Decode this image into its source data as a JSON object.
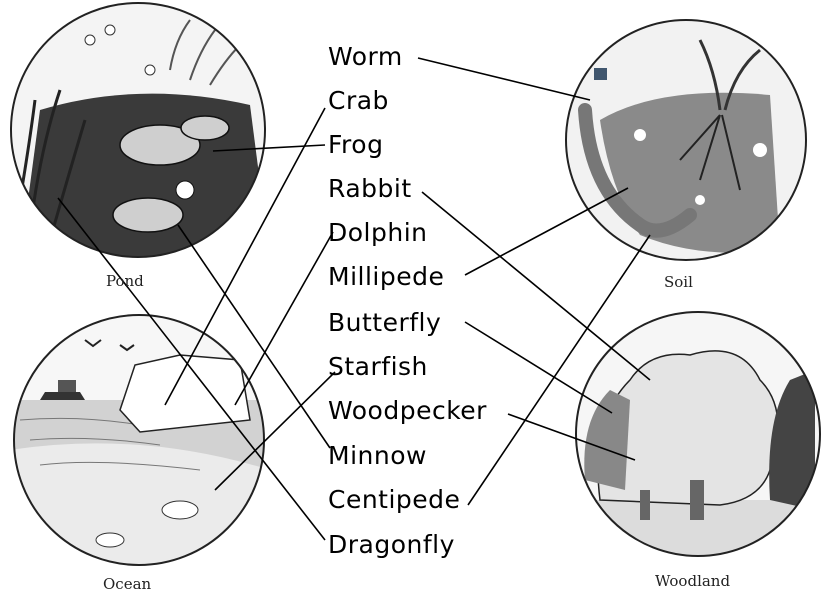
{
  "habitats": {
    "pond": {
      "label": "Pond"
    },
    "soil": {
      "label": "Soil"
    },
    "ocean": {
      "label": "Ocean"
    },
    "woodland": {
      "label": "Woodland"
    }
  },
  "animals": [
    "Worm",
    "Crab",
    "Frog",
    "Rabbit",
    "Dolphin",
    "Millipede",
    "Butterfly",
    "Starfish",
    "Woodpecker",
    "Minnow",
    "Centipede",
    "Dragonfly"
  ],
  "colors": {
    "ink": "#000000",
    "water": "#3a3a3a",
    "soil": "#8a8a8a",
    "foliage": "#e4e4e4"
  }
}
